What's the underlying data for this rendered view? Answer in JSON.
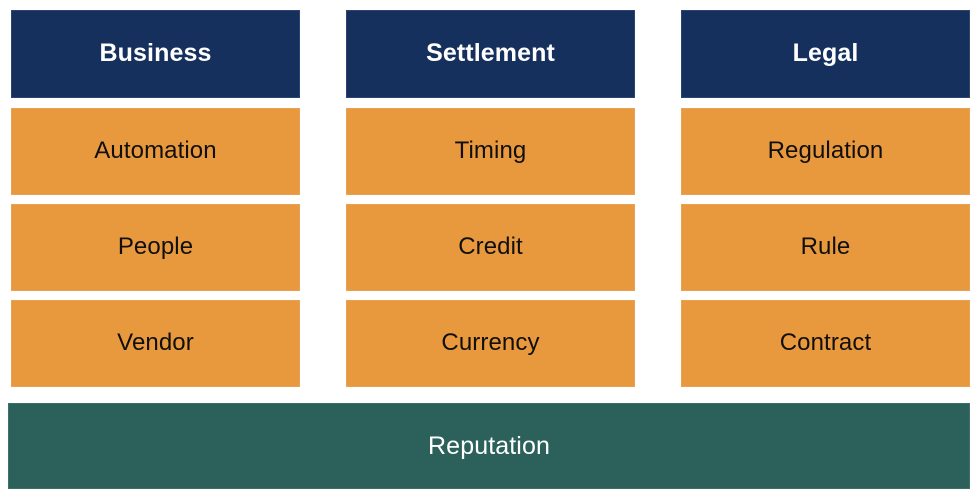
{
  "diagram": {
    "type": "column-matrix",
    "colors": {
      "header": "#16305d",
      "item": "#e8993e",
      "footer": "#2b615a",
      "header_text": "#ffffff",
      "item_text": "#100f0d",
      "footer_text": "#ffffff",
      "background": "#ffffff"
    },
    "columns": [
      {
        "header": "Business",
        "items": [
          "Automation",
          "People",
          "Vendor"
        ]
      },
      {
        "header": "Settlement",
        "items": [
          "Timing",
          "Credit",
          "Currency"
        ]
      },
      {
        "header": "Legal",
        "items": [
          "Regulation",
          "Rule",
          "Contract"
        ]
      }
    ],
    "footer": {
      "label": "Reputation"
    }
  }
}
